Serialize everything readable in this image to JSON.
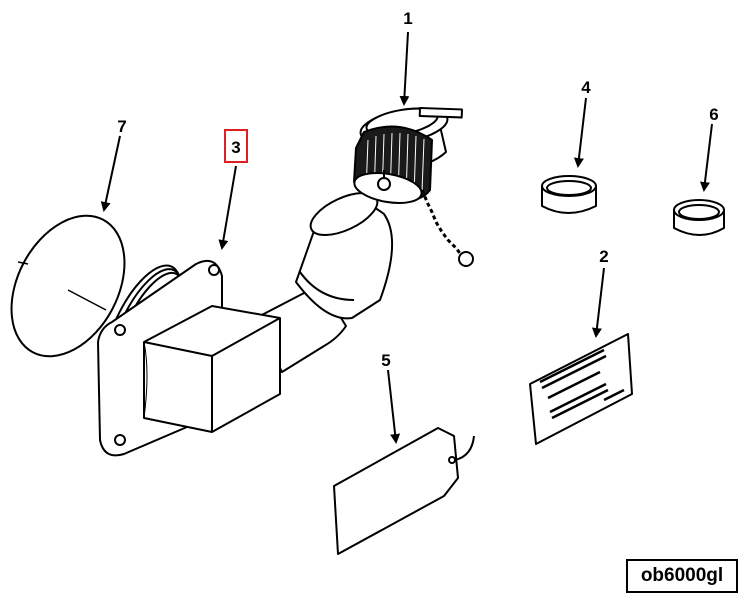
{
  "figure": {
    "id": "ob6000gl",
    "highlighted_callout": "3",
    "highlight_color": "#e02020"
  },
  "callouts": [
    {
      "key": "c1",
      "text": "1"
    },
    {
      "key": "c2",
      "text": "2"
    },
    {
      "key": "c3",
      "text": "3"
    },
    {
      "key": "c4",
      "text": "4"
    },
    {
      "key": "c5",
      "text": "5"
    },
    {
      "key": "c6",
      "text": "6"
    },
    {
      "key": "c7",
      "text": "7"
    }
  ]
}
